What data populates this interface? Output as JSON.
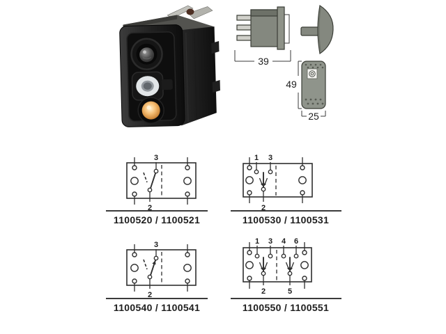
{
  "page": {
    "background": "#ffffff"
  },
  "photo": {
    "description": "rocker-switch-body-photo",
    "body_color": "#1c1c1c",
    "lens_ring_color": "#e2e6e8",
    "lamp_color": "#f2a85c"
  },
  "dimensions": {
    "body_width": "39",
    "rocker_height": "49",
    "rocker_width": "25"
  },
  "diagrams": [
    {
      "caption": "1100520 / 1100521",
      "terminals": {
        "top": [
          "3"
        ],
        "bottom": [
          "2"
        ]
      }
    },
    {
      "caption": "1100530 / 1100531",
      "terminals": {
        "top": [
          "1",
          "3"
        ],
        "bottom": [
          "2"
        ]
      }
    },
    {
      "caption": "1100540 / 1100541",
      "terminals": {
        "top": [
          "3"
        ],
        "bottom": [
          "2"
        ]
      }
    },
    {
      "caption": "1100550 / 1100551",
      "terminals": {
        "top": [
          "1",
          "3",
          "4",
          "6"
        ],
        "bottom": [
          "2",
          "5"
        ]
      }
    }
  ]
}
